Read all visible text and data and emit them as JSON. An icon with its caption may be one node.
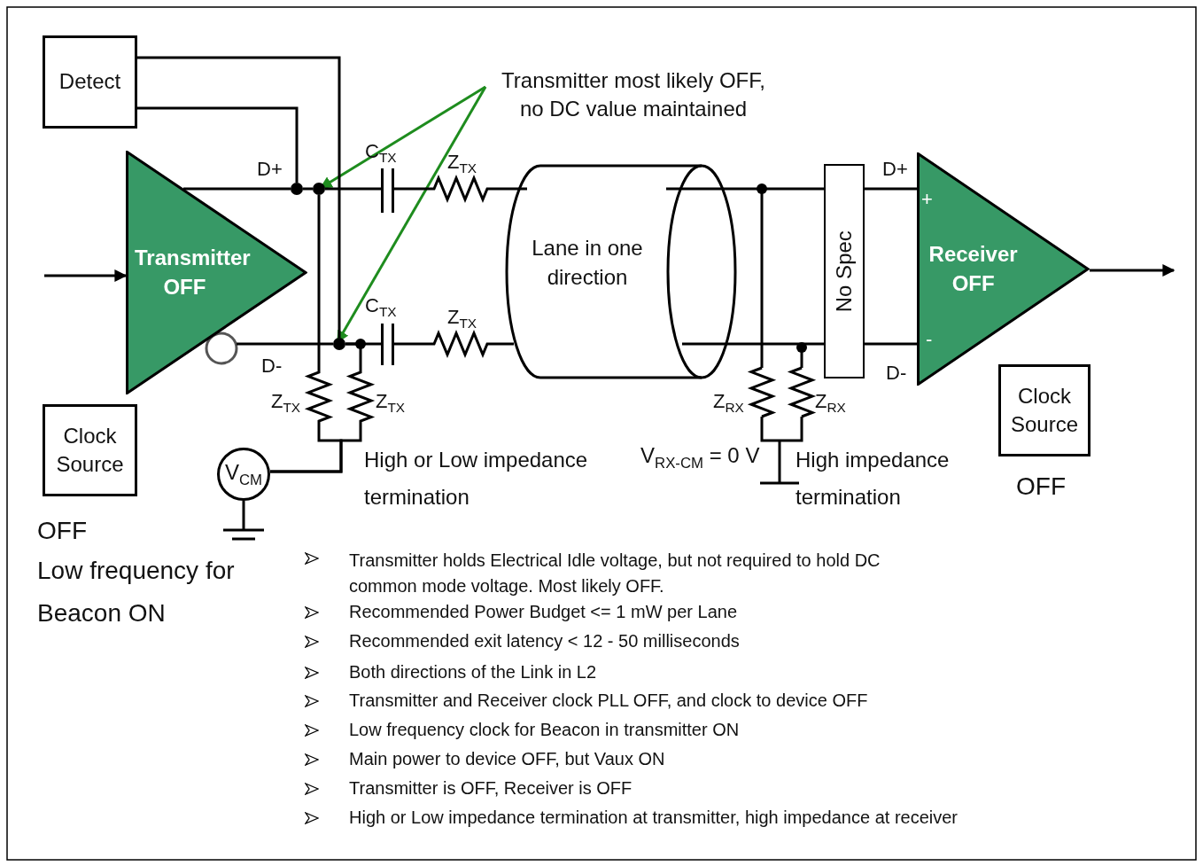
{
  "diagram": {
    "nodes": [
      {
        "text": [
          "Detect"
        ]
      },
      {
        "text": [
          "Transmitter OFF"
        ]
      },
      {
        "text": [
          "Clock Source"
        ],
        "beside": [
          "OFF",
          "Low frequency for Beacon ON"
        ]
      },
      {
        "text": [
          "Lane in one direction"
        ]
      },
      {
        "text": [
          "No Spec"
        ]
      },
      {
        "text": [
          "Receiver OFF"
        ]
      },
      {
        "text": [
          "Clock Source"
        ],
        "beside": [
          "OFF"
        ]
      },
      {
        "text": [
          "Transmitter most likely OFF, no DC value maintained"
        ]
      },
      {
        "text": [],
        "shape": "circle"
      },
      {
        "text": [],
        "shape": "circle"
      },
      {
        "text": [
          "V$_{CM}$"
        ]
      },
      {
        "text": [],
        "shape": "circle"
      },
      {
        "text": [],
        "shape": "bar"
      },
      {
        "text": [],
        "shape": "bar"
      }
    ],
    "edges": [
      {
        "from": 7,
        "to": 8,
        "arrow": "to",
        "color": "#1e8c1e"
      },
      {
        "from": 7,
        "to": 9,
        "arrow": "to",
        "color": "#1e8c1e"
      },
      {
        "from": null,
        "to": 1,
        "arrow": "to"
      },
      {
        "from": 5,
        "to": null,
        "arrow": "to"
      },
      {
        "from": 0,
        "to": 11,
        "arrow": "none"
      },
      {
        "from": 0,
        "to": 9,
        "arrow": "none"
      },
      {
        "from": 3,
        "to": 4,
        "arrow": "none"
      },
      {
        "from": 3,
        "to": 4,
        "arrow": "none"
      },
      {
        "from": 4,
        "to": 5,
        "arrow": "none"
      },
      {
        "from": 4,
        "to": 5,
        "arrow": "none"
      },
      {
        "from": 1,
        "to": 11,
        "arrow": "none"
      },
      {
        "from": 1,
        "to": 9,
        "arrow": "none"
      },
      {
        "from": 11,
        "to": 8,
        "arrow": "none"
      },
      {
        "from": 8,
        "to": 10,
        "arrow": "none"
      },
      {
        "from": 9,
        "to": 10,
        "arrow": "none"
      },
      {
        "from": 8,
        "to": 12,
        "arrow": "none"
      },
      {
        "from": 9,
        "to": 13,
        "arrow": "none"
      },
      {
        "from": 12,
        "to": 3,
        "arrow": "none"
      },
      {
        "from": 13,
        "to": 3,
        "arrow": "none"
      }
    ],
    "labels": [
      "D+",
      "C$_{TX}$",
      "Z$_{TX}$",
      "D+",
      "+",
      "C$_{TX}$",
      "Z$_{TX}$",
      "-",
      "D-",
      "D-",
      "Z$_{TX}$",
      "Z$_{TX}$",
      "Z$_{RX}$",
      "Z$_{RX}$",
      "High or Low impedance termination",
      "V$_{RX-CM}$ = 0 V",
      "High impedance termination",
      "Transmitter holds Electrical Idle voltage, but not required to hold DC common mode voltage. Most likely OFF.",
      "Recommended Power Budget <= 1 mW per Lane",
      "Recommended exit latency < 12 - 50 milliseconds",
      "Both directions of the Link in L2",
      "Transmitter and Receiver clock PLL OFF, and clock to device OFF",
      "Low frequency clock for Beacon in transmitter ON",
      "Main power to device OFF, but Vaux ON",
      "Transmitter is OFF, Receiver is OFF",
      "High or Low impedance termination at transmitter, high impedance at receiver"
    ]
  }
}
